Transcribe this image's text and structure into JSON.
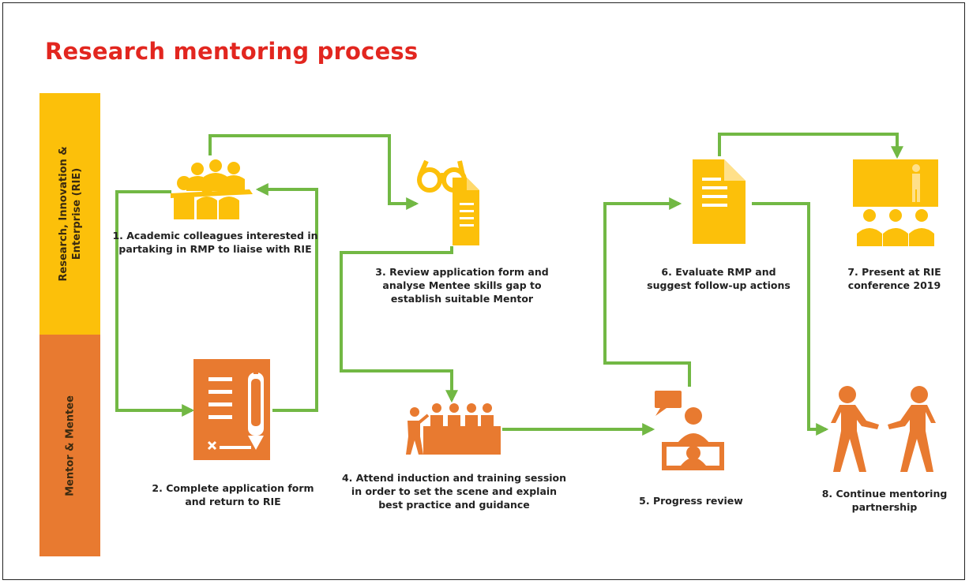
{
  "title": "Research mentoring process",
  "lanes": {
    "rie": {
      "line1": "Research, Innovation &",
      "line2": "Enterprise (RIE)",
      "color": "#fcc00a"
    },
    "mentor": {
      "label": "Mentor & Mentee",
      "color": "#e87a30"
    }
  },
  "arrow_color": "#72b844",
  "steps": [
    {
      "text": "1. Academic colleagues interested in partaking in RMP to liaise with RIE",
      "icon": "group-meeting-icon"
    },
    {
      "text": "2. Complete application form and return to RIE",
      "icon": "form-pen-icon"
    },
    {
      "text": "3. Review application form and analyse Mentee skills gap to establish suitable Mentor",
      "icon": "glasses-document-icon"
    },
    {
      "text": "4. Attend induction and training session in order to set the scene and explain best practice and guidance",
      "icon": "training-session-icon"
    },
    {
      "text": "5. Progress review",
      "icon": "review-meeting-icon"
    },
    {
      "text": "6. Evaluate RMP and suggest follow-up actions",
      "icon": "document-icon"
    },
    {
      "text": "7. Present at RIE conference 2019",
      "icon": "presentation-icon"
    },
    {
      "text": "8. Continue mentoring partnership",
      "icon": "handshake-icon"
    }
  ]
}
